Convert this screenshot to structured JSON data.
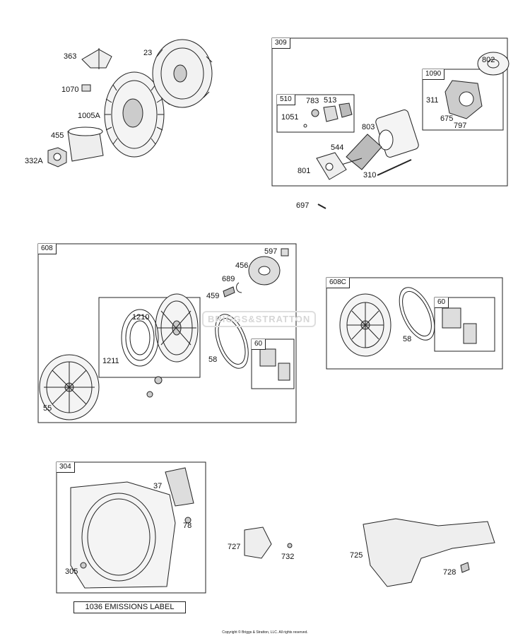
{
  "callouts": {
    "c363": "363",
    "c23": "23",
    "c1070": "1070",
    "c1005A": "1005A",
    "c455": "455",
    "c332A": "332A",
    "c309": "309",
    "c802": "802",
    "c1090": "1090",
    "c510": "510",
    "c783": "783",
    "c513": "513",
    "c1051": "1051",
    "c311": "311",
    "c675": "675",
    "c797": "797",
    "c803": "803",
    "c544": "544",
    "c801": "801",
    "c310": "310",
    "c697": "697",
    "c608": "608",
    "c597": "597",
    "c456": "456",
    "c689": "689",
    "c459": "459",
    "c1210": "1210",
    "c1211": "1211",
    "c58a": "58",
    "c60a": "60",
    "c55": "55",
    "c608C": "608C",
    "c60b": "60",
    "c58b": "58",
    "c304": "304",
    "c37": "37",
    "c78": "78",
    "c305": "305",
    "c727": "727",
    "c732": "732",
    "c725": "725",
    "c728": "728"
  },
  "emissions_label": "1036 EMISSIONS LABEL",
  "copyright": "Copyright © Briggs & Stratton, LLC. All rights reserved.",
  "watermark": "BRIGGS&STRATTON"
}
